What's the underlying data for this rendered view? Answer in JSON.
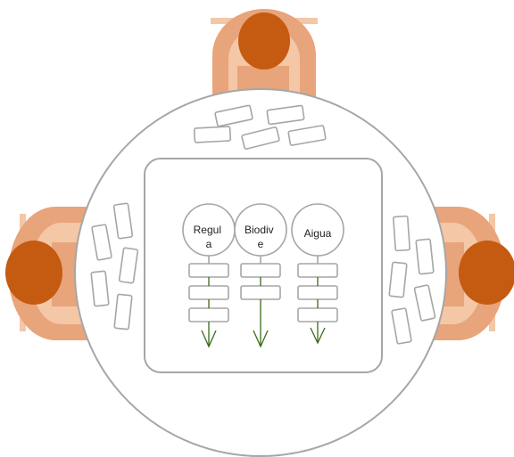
{
  "colors": {
    "outline": "#a6a6a6",
    "person_head": "#c55a11",
    "person_body": "#e8a47a",
    "chair": "#f4c7a6",
    "arrow": "#3a6b1a",
    "table_fill": "#ffffff"
  },
  "columns": [
    {
      "label_lines": [
        "Regul",
        "a"
      ]
    },
    {
      "label_lines": [
        "Biodiv",
        "e"
      ]
    },
    {
      "label_lines": [
        "Aigua"
      ]
    }
  ],
  "people": [
    {
      "position": "top",
      "icon": "person-icon"
    },
    {
      "position": "left",
      "icon": "person-icon"
    },
    {
      "position": "right",
      "icon": "person-icon"
    }
  ]
}
